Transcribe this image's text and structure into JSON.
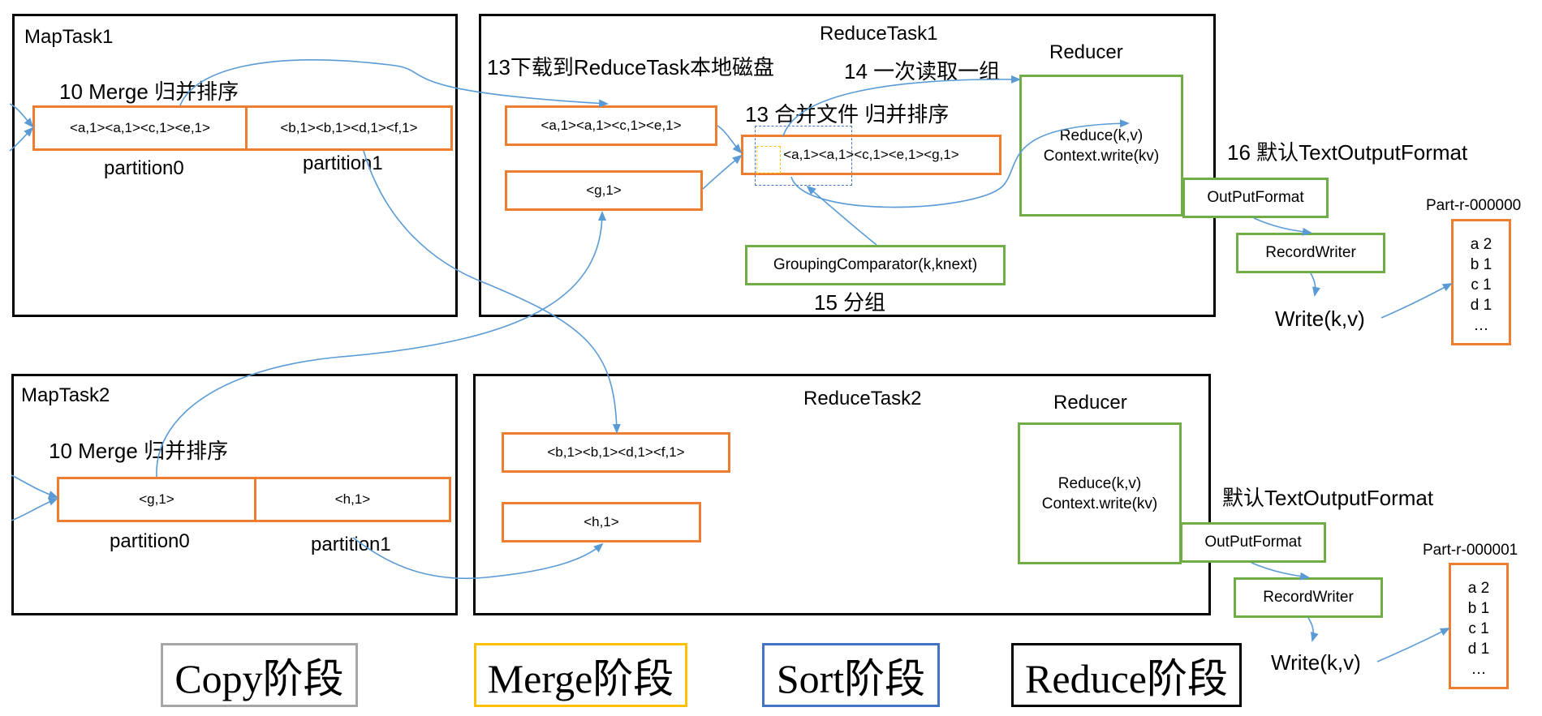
{
  "colors": {
    "merge_box": "#ED7D31",
    "reducer_box": "#70AD47",
    "arrow": "#5B9BD5",
    "legend_copy": "#A6A6A6",
    "legend_merge": "#FFC000",
    "legend_sort": "#4472C4",
    "legend_reduce": "#000000"
  },
  "maptask1": {
    "title": "MapTask1",
    "merge_label": "10 Merge 归并排序",
    "partition0_content": "<a,1><a,1><c,1><e,1>",
    "partition1_content": "<b,1><b,1><d,1><f,1>",
    "partition0_label": "partition0",
    "partition1_label": "partition1"
  },
  "maptask2": {
    "title": "MapTask2",
    "merge_label": "10 Merge 归并排序",
    "partition0_content": "<g,1>",
    "partition1_content": "<h,1>",
    "partition0_label": "partition0",
    "partition1_label": "partition1"
  },
  "reducetask1": {
    "title": "ReduceTask1",
    "download_label": "13下载到ReduceTask本地磁盘",
    "read_group_label": "14 一次读取一组",
    "merge_sort_label": "13 合并文件 归并排序",
    "file1": "<a,1><a,1><c,1><e,1>",
    "file2": "<g,1>",
    "merged": "<a,1><a,1><c,1><e,1><g,1>",
    "grouping": "GroupingComparator(k,knext)",
    "grouping_label": "15 分组",
    "reducer_title": "Reducer",
    "reducer_line1": "Reduce(k,v)",
    "reducer_line2": "Context.write(kv)",
    "output_format_label": "16 默认TextOutputFormat",
    "output_format": "OutPutFormat",
    "record_writer": "RecordWriter",
    "write": "Write(k,v)",
    "part_file": "Part-r-000000",
    "part_lines": [
      "a 2",
      "b 1",
      "c 1",
      "d 1",
      "…"
    ]
  },
  "reducetask2": {
    "title": "ReduceTask2",
    "file1": "<b,1><b,1><d,1><f,1>",
    "file2": "<h,1>",
    "reducer_title": "Reducer",
    "reducer_line1": "Reduce(k,v)",
    "reducer_line2": "Context.write(kv)",
    "output_format_label": "默认TextOutputFormat",
    "output_format": "OutPutFormat",
    "record_writer": "RecordWriter",
    "write": "Write(k,v)",
    "part_file": "Part-r-000001",
    "part_lines": [
      "a 2",
      "b 1",
      "c 1",
      "d 1",
      "…"
    ]
  },
  "legend": {
    "copy": "Copy阶段",
    "merge": "Merge阶段",
    "sort": "Sort阶段",
    "reduce": "Reduce阶段"
  }
}
